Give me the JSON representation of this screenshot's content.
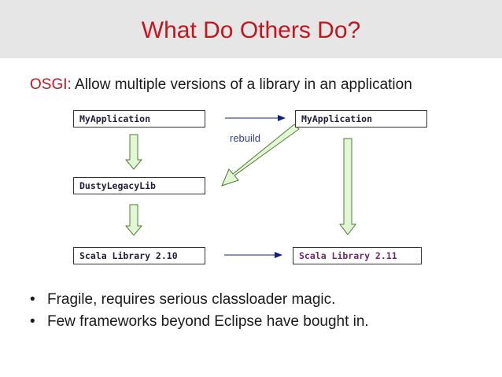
{
  "title": "What Do Others Do?",
  "subtitle": {
    "highlight": "OSGI:",
    "text": " Allow multiple versions of a library in an application"
  },
  "diagram": {
    "left_app": "MyApplication",
    "right_app": "MyApplication",
    "legacy_lib": "DustyLegacyLib",
    "scala_old": "Scala Library 2.10",
    "scala_new": "Scala Library 2.11",
    "rebuild_label": "rebuild",
    "colors": {
      "title": "#c0171e",
      "fat_arrow_fill": "#e2f7d4",
      "fat_arrow_stroke": "#4f7a34",
      "thin_arrow": "#0d1f8c"
    }
  },
  "bullets": [
    "Fragile, requires serious classloader magic.",
    "Few frameworks beyond Eclipse have bought in."
  ]
}
